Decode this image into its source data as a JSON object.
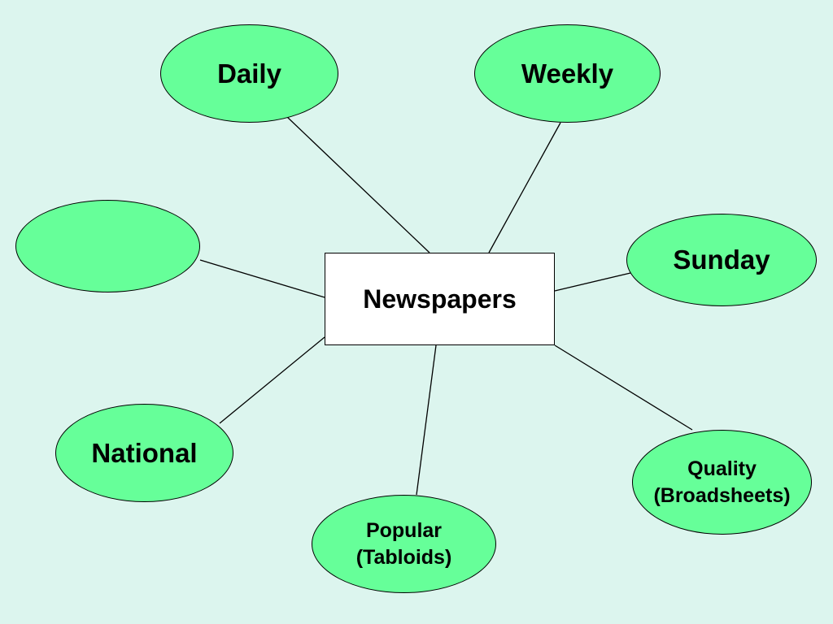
{
  "diagram": {
    "center": {
      "label": "Newspapers"
    },
    "nodes": {
      "daily": {
        "label": "Daily"
      },
      "weekly": {
        "label": "Weekly"
      },
      "blank": {
        "label": ""
      },
      "sunday": {
        "label": "Sunday"
      },
      "national": {
        "label": "National"
      },
      "popular": {
        "line1": "Popular",
        "line2": "(Tabloids)"
      },
      "quality": {
        "line1": "Quality",
        "line2": "(Broadsheets)"
      }
    },
    "colors": {
      "background": "#dcf5ee",
      "node_fill": "#66ff99",
      "center_fill": "#ffffff",
      "stroke": "#000000"
    }
  }
}
